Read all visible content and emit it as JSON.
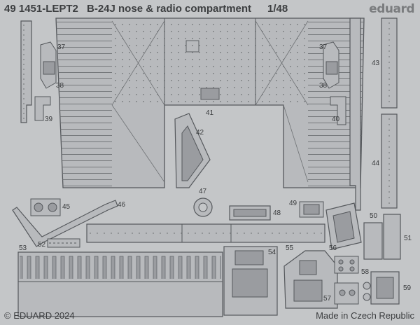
{
  "header": {
    "code": "49 1451-LEPT2",
    "title": "B-24J nose & radio compartment",
    "scale": "1/48"
  },
  "brand": "eduard",
  "footer": {
    "copyright": "© EDUARD 2024",
    "origin": "Made in Czech Republic"
  },
  "part_numbers": [
    "37",
    "38",
    "39",
    "37",
    "38",
    "40",
    "41",
    "42",
    "43",
    "44",
    "45",
    "46",
    "47",
    "48",
    "49",
    "50",
    "51",
    "52",
    "53",
    "54",
    "55",
    "56",
    "57",
    "58",
    "59"
  ],
  "colors": {
    "fret": "#c4c6c8",
    "part": "#b5b7ba",
    "outline": "#55585c",
    "text": "#3a3c3e",
    "brand": "#7a7c7e"
  }
}
